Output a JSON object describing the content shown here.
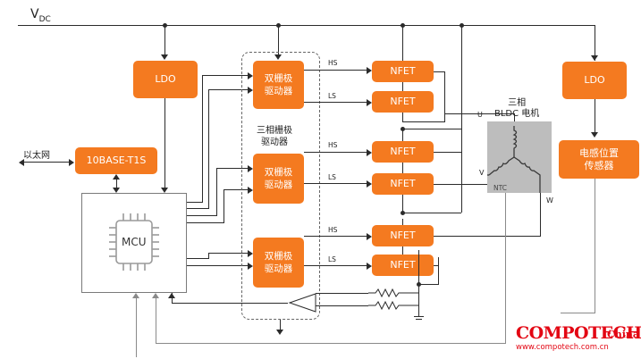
{
  "supply": {
    "label": "V",
    "subscript": "DC"
  },
  "ldo_label": "LDO",
  "ethernet": {
    "label": "以太网",
    "phy": "10BASE-T1S"
  },
  "mcu": {
    "label": "MCU"
  },
  "driver_label": "双栅极\n驱动器",
  "driver_group_label": "三相栅极\n驱动器",
  "fet_label": "NFET",
  "signals": {
    "high_side": "HS",
    "low_side": "LS"
  },
  "motor": {
    "title": "三相\nBLDC 电机",
    "phase_u": "U",
    "phase_v": "V",
    "phase_w": "W",
    "ntc": "NTC"
  },
  "sensor": {
    "label": "电感位置\n传感器"
  },
  "watermark": {
    "brand": "COMPOTECH",
    "region": "China",
    "url": "www.compotech.com.cn"
  },
  "colors": {
    "block_fill": "#f47a20",
    "wire": "#2b2b2b",
    "motor_fill": "#bdbdbd",
    "brand": "#e30613"
  }
}
